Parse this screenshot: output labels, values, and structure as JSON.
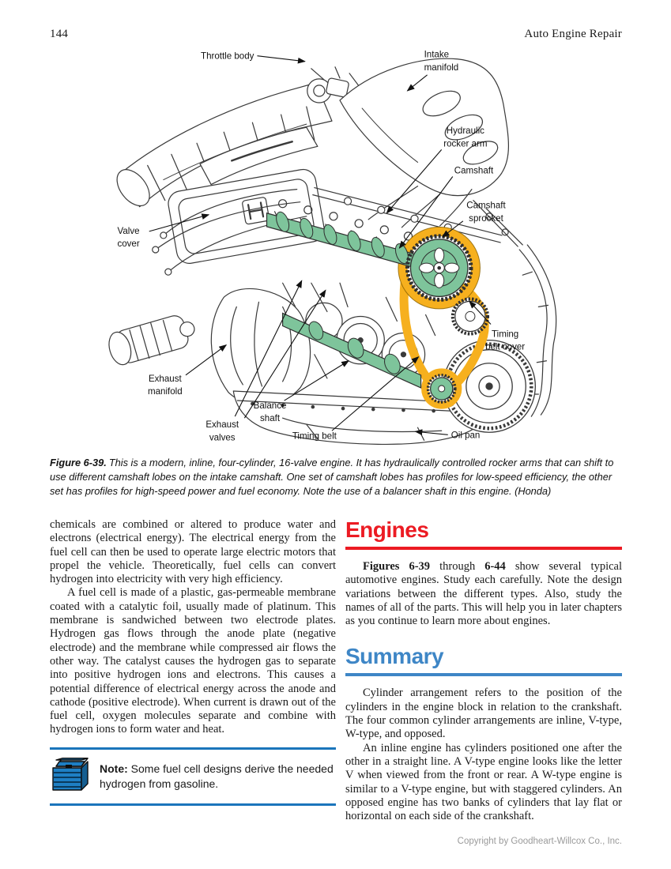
{
  "page": {
    "number": "144",
    "running_head": "Auto Engine Repair"
  },
  "colors": {
    "heading_red": "#EC1B23",
    "heading_blue": "#3E86C6",
    "note_rule_blue": "#1B75BB",
    "cam_green": "#7EC49B",
    "belt_yellow": "#F6B01E"
  },
  "figure": {
    "labels": {
      "throttle_body": "Throttle body",
      "intake_manifold": [
        "Intake",
        "manifold"
      ],
      "hydraulic_rocker_arm": [
        "Hydraulic",
        "rocker arm"
      ],
      "camshaft": "Camshaft",
      "camshaft_sprocket": [
        "Camshaft",
        "sprocket"
      ],
      "valve_cover": [
        "Valve",
        "cover"
      ],
      "timing_belt_cover": [
        "Timing",
        "belt cover"
      ],
      "exhaust_manifold": [
        "Exhaust",
        "manifold"
      ],
      "balance_shaft": [
        "Balance",
        "shaft"
      ],
      "exhaust_valves": [
        "Exhaust",
        "valves"
      ],
      "timing_belt": "Timing belt",
      "oil_pan": "Oil pan"
    },
    "caption_label": "Figure 6-39.",
    "caption_text": "This is a modern, inline, four-cylinder, 16-valve engine. It has hydraulically controlled rocker arms that can shift to use different camshaft lobes on the intake camshaft. One set of camshaft lobes has profiles for low-speed efficiency, the other set has profiles for high-speed power and fuel economy. Note the use of a balancer shaft in this engine. (Honda)"
  },
  "left_column": {
    "paragraph1": "chemicals are combined or altered to produce water and electrons (electrical energy). The electrical energy from the fuel cell can then be used to operate large electric motors that propel the vehicle. Theoretically, fuel cells can convert hydrogen into electricity with very high efficiency.",
    "paragraph2": "A fuel cell is made of a plastic, gas-permeable membrane coated with a catalytic foil, usually made of platinum. This membrane is sandwiched between two electrode plates. Hydrogen gas flows through the anode plate (negative electrode) and the membrane while compressed air flows the other way. The catalyst causes the hydrogen gas to separate into positive hydrogen ions and electrons. This causes a potential difference of electrical energy across the anode and cathode (positive electrode). When current is drawn out of the fuel cell, oxygen molecules separate and combine with hydrogen ions to form water and heat.",
    "note_label": "Note:",
    "note_text": " Some fuel cell designs derive the needed hydrogen from gasoline."
  },
  "right_column": {
    "engines_heading": "Engines",
    "engines_para": {
      "bold1": "Figures 6-39",
      "mid": " through ",
      "bold2": "6-44",
      "rest": " show several typical automotive engines. Study each carefully. Note the design variations between the different types. Also, study the names of all of the parts. This will help you in later chapters as you continue to learn more about engines."
    },
    "summary_heading": "Summary",
    "summary_para1": "Cylinder arrangement refers to the position of the cylinders in the engine block in relation to the crankshaft. The four common cylinder arrangements are inline, V-type, W-type, and opposed.",
    "summary_para2": "An inline engine has cylinders positioned one after the other in a straight line. A V-type engine looks like the letter V when viewed from the front or rear. A W-type engine is similar to a V-type engine, but with staggered cylinders. An opposed engine has two banks of cylinders that lay flat or horizontal on each side of the crankshaft."
  },
  "footer": {
    "copyright": "Copyright by Goodheart-Willcox Co., Inc."
  }
}
